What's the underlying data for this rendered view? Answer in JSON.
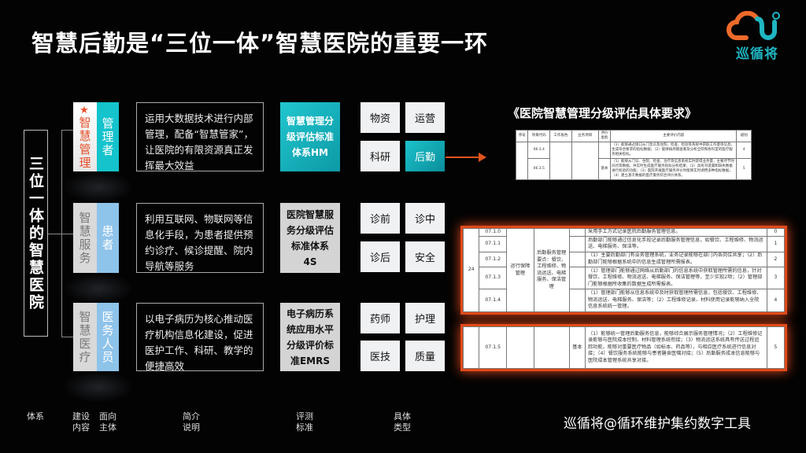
{
  "title": "智慧后勤是“三位一体”智慧医院的重要一环",
  "logo_text": "巡循将",
  "center": "三位一体的智慧医院",
  "rows": [
    {
      "system": "智慧管理",
      "star": "★",
      "subject": "管理者",
      "desc": "运用大数据技术进行内部管理，配备“智慧管家”，让医院的有限资源真正发挥最大效益",
      "standard": "智慧管理分级评估标准体系HM",
      "types": [
        "物资",
        "运营",
        "科研",
        "后勤"
      ]
    },
    {
      "system": "智慧服务",
      "subject": "患者",
      "desc": "利用互联网、物联网等信息化手段，为患者提供预约诊疗、候诊提醒、院内导航等服务",
      "standard": "医院智慧服务分级评估标准体系 4S",
      "types": [
        "诊前",
        "诊中",
        "诊后",
        "安全"
      ]
    },
    {
      "system": "智慧医疗",
      "subject": "医务人员",
      "desc": "以电子病历为核心推动医疗机构信息化建设，促进医护工作、科研、教学的便捷高效",
      "standard": "电子病历系统应用水平分级评价标准EMRS",
      "types": [
        "药师",
        "护理",
        "医技",
        "质量"
      ]
    }
  ],
  "doc_title": "《医院智慧管理分级评估具体要求》",
  "table_header": [
    "序号",
    "项目代码",
    "工作角色",
    "业务项目",
    "评价类别",
    "主要评价内容",
    "级别"
  ],
  "table_upper": [
    {
      "code": "06.3.4",
      "content": "（1）能够通过接口从门急诊及住院、检查、检验等系统中获取工作量等信息，生成符合要求的指标数据；（2）能够按周期查看及分析全院和各科室的医疗服务相关指标。",
      "level": "4"
    },
    {
      "code": "06.3.5",
      "cat": "基本",
      "content": "（1）能够从门诊、住院、检查、治疗等信息系统实时获得业务量，主要环节时间点等数据，并实时生成医疗服务指标分析结果；（2）具有对遗漏和缺失数据进行校验的功能；（3）医院开展医疗服务评价时能够实时调用多种指标数据；（4）建立基于数据的医疗服务综合评价体系。",
      "level": "5"
    }
  ],
  "seq": "24",
  "role": "运行保障管理",
  "business": "后勤服务管理 要点：餐饮、工程维修、物流运送、电梯服务、保洁管理",
  "table_main": [
    {
      "code": "07.1.0",
      "content": "采用手工方式记录医院后勤服务管理信息。",
      "level": "0"
    },
    {
      "code": "07.1.1",
      "content": "后勤部门能够通过信息化手段记录后勤服务管理信息，如餐饮、工程维修、物流运送、电梯服务、保洁等。",
      "level": "1"
    },
    {
      "code": "07.1.2",
      "content": "（1）主要后勤部门有业务管理系统，业务记录能够在部门内各岗位共享；（2）后勤部门能够根据系统中的信息生成管理所需报表。",
      "level": "2"
    },
    {
      "code": "07.1.3",
      "content": "（1）管理部门能够通过网络从后勤部门的信息系统中获取管理所需的信息，针对餐饮、工程维修、物流运送、电梯服务、保洁管理等，至少实现2项；（2）管理部门能够根据所收集的数据生成所需报表。",
      "level": "3"
    },
    {
      "code": "07.1.4",
      "content": "（1）管理部门能够从信息系统中及时获取管理所需信息，包括餐饮、工程维修、物流运送、电梯服务、保洁等；（2）工程维修记录、材料使用记录能够纳入全院信息系统统一管理。",
      "level": "4"
    }
  ],
  "table_last": {
    "code": "07.1.5",
    "cat": "基本",
    "content": "（1）能够统一管理后勤服务信息，能够综合展示服务管理情况；（2）工程维修记录能够与医院成本控制、材料管理系统衔接；（3）物流运送系统具有传送过程追踪功能，能够对重要医疗物品（如标本、药品等），与相应医疗系统进行信息对接；（4）餐饮服务系统能够与患者膳食医嘱对接；（5）后勤服务成本信息能够与医院成本管理系统共享对接。",
    "level": "5"
  },
  "bottom_labels": [
    "体系",
    "建设\n内容",
    "面向\n主体",
    "简介\n说明",
    "评测\n标准",
    "具体\n类型"
  ],
  "watermark": "巡循将@循环维护集约数字工具",
  "colors": {
    "teal": "#14c3cc",
    "blue": "#8ec3ea",
    "orange": "#e24a1a"
  }
}
